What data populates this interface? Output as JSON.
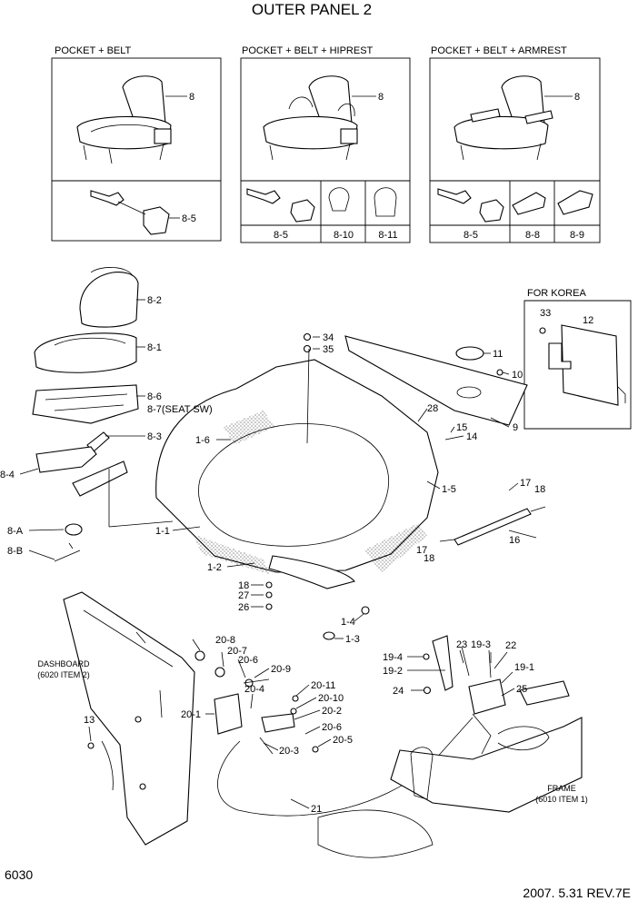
{
  "title": "OUTER PANEL 2",
  "page_number": "6030",
  "revision": "2007. 5.31  REV.7E",
  "options": [
    {
      "heading": "POCKET + BELT",
      "seat_ref": "8",
      "items": [
        "8-5"
      ]
    },
    {
      "heading": "POCKET + BELT + HIPREST",
      "seat_ref": "8",
      "items": [
        "8-5",
        "8-10",
        "8-11"
      ]
    },
    {
      "heading": "POCKET + BELT + ARMREST",
      "seat_ref": "8",
      "items": [
        "8-5",
        "8-8",
        "8-9"
      ]
    }
  ],
  "korea_box": {
    "heading": "FOR KOREA",
    "refs": [
      "33",
      "12"
    ]
  },
  "notes": {
    "dashboard": [
      "DASHBOARD",
      "(6020 ITEM 2)"
    ],
    "frame": [
      "FRAME",
      "(6010 ITEM 1)"
    ]
  },
  "callouts": [
    "8-2",
    "8-1",
    "8-6",
    "8-7(SEAT SW)",
    "8-3",
    "8-4",
    "8-A",
    "8-B",
    "1-6",
    "1-1",
    "1-2",
    "34",
    "35",
    "11",
    "10",
    "28",
    "15",
    "14",
    "9",
    "1-5",
    "17",
    "18",
    "16",
    "17",
    "18",
    "18",
    "27",
    "26",
    "1-4",
    "1-3",
    "20-8",
    "20-7",
    "20-6",
    "20-9",
    "20-1",
    "20-4",
    "20-11",
    "20-10",
    "20-2",
    "20-6",
    "20-5",
    "20-3",
    "21",
    "13",
    "23",
    "19-3",
    "22",
    "19-4",
    "19-2",
    "19-1",
    "24",
    "25"
  ]
}
